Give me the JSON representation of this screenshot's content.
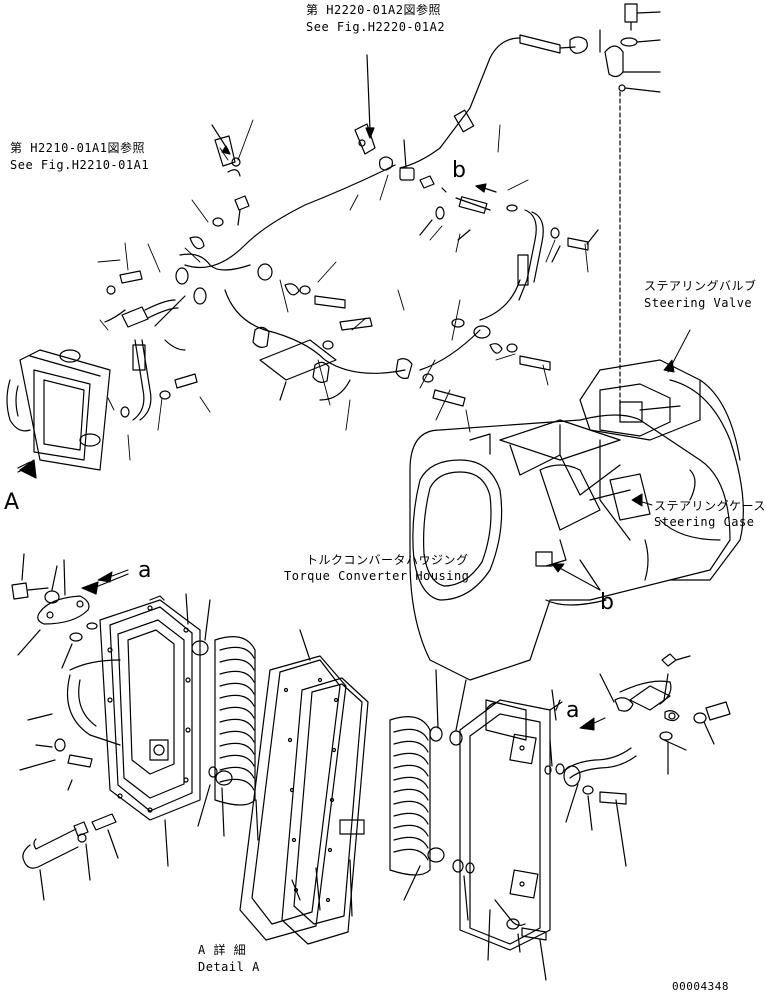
{
  "callouts": {
    "ref_h2220": {
      "jp": "第 H2220-01A2図参照",
      "en": "See Fig.H2220-01A2"
    },
    "ref_h2210": {
      "jp": "第 H2210-01A1図参照",
      "en": "See Fig.H2210-01A1"
    },
    "steering_valve": {
      "jp": "ステアリングバルブ",
      "en": "Steering Valve"
    },
    "steering_case": {
      "jp": "ステアリングケース",
      "en": "Steering Case"
    },
    "torque_converter": {
      "jp": "トルクコンバータハウジング",
      "en": "Torque Converter Housing"
    }
  },
  "markers": {
    "a_upper": "a",
    "a_lower": "a",
    "b_upper": "b",
    "b_lower": "b",
    "view_a": "A"
  },
  "detail": {
    "jp": "A 詳 細",
    "en": "Detail A"
  },
  "figure_number": "00004348",
  "colors": {
    "line": "#000000",
    "background": "#ffffff"
  }
}
